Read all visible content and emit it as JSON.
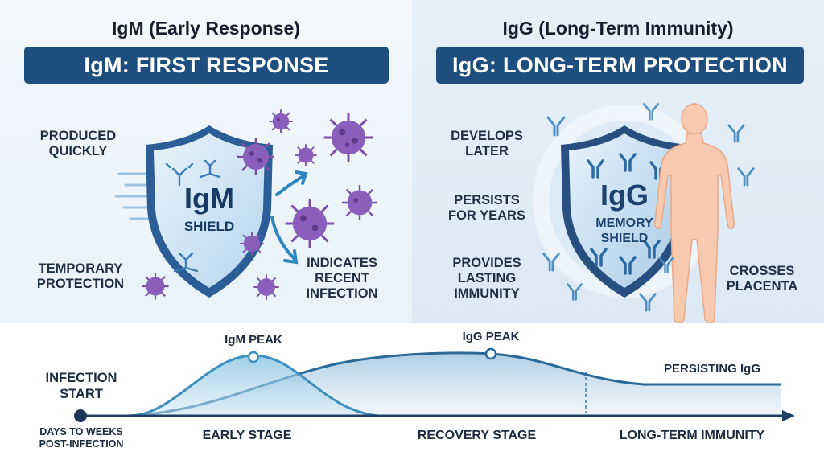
{
  "left": {
    "heading": "IgM (Early Response)",
    "banner": "IgM: FIRST RESPONSE",
    "shield_title": "IgM",
    "shield_subtitle": "SHIELD",
    "labels": {
      "produced": "PRODUCED\nQUICKLY",
      "temporary": "TEMPORARY\nPROTECTION",
      "indicates": "INDICATES\nRECENT\nINFECTION"
    }
  },
  "right": {
    "heading": "IgG (Long-Term Immunity)",
    "banner": "IgG: LONG-TERM PROTECTION",
    "shield_title": "IgG",
    "shield_subtitle": "MEMORY\nSHIELD",
    "labels": {
      "develops": "DEVELOPS\nLATER",
      "persists": "PERSISTS\nFOR YEARS",
      "provides": "PROVIDES\nLASTING\nIMMUNITY",
      "crosses": "CROSSES\nPLACENTA"
    }
  },
  "timeline": {
    "infection_start": "INFECTION\nSTART",
    "days_to_weeks": "DAYS TO WEEKS\nPOST-INFECTION",
    "igm_peak": "IgM PEAK",
    "igg_peak": "IgG PEAK",
    "persisting": "PERSISTING IgG",
    "stages": [
      "EARLY STAGE",
      "RECOVERY STAGE",
      "LONG-TERM IMMUNITY"
    ]
  },
  "colors": {
    "navy": "#1d4e7d",
    "shield_blue": "#2c5d96",
    "virus_purple": "#7b4fa8",
    "igm_curve": "#3f8fbf",
    "igg_curve": "#2a6a99",
    "body_peach": "#f7c9ae"
  }
}
